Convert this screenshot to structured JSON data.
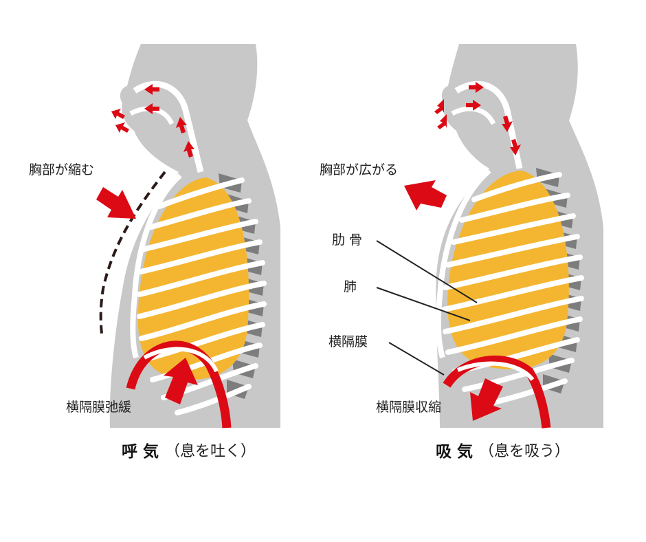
{
  "exhale": {
    "caption_bold": "呼 気",
    "caption_paren": "（息を吐く）",
    "chest_label": "胸部が縮む",
    "diaphragm_label": "横隔膜弛緩"
  },
  "inhale": {
    "caption_bold": "吸 気",
    "caption_paren": "（息を吸う）",
    "chest_label": "胸部が広がる",
    "rib_label": "肋 骨",
    "lung_label": "肺",
    "diaphragm_label": "横隔膜",
    "diaphragm_action_label": "横隔膜収縮"
  },
  "colors": {
    "body": "#c8c8c8",
    "spine": "#7d7d7d",
    "lung": "#f4b630",
    "rib": "#ffffff",
    "arrow": "#dc0a14",
    "diaphragm": "#dc0a14",
    "line": "#222222"
  }
}
